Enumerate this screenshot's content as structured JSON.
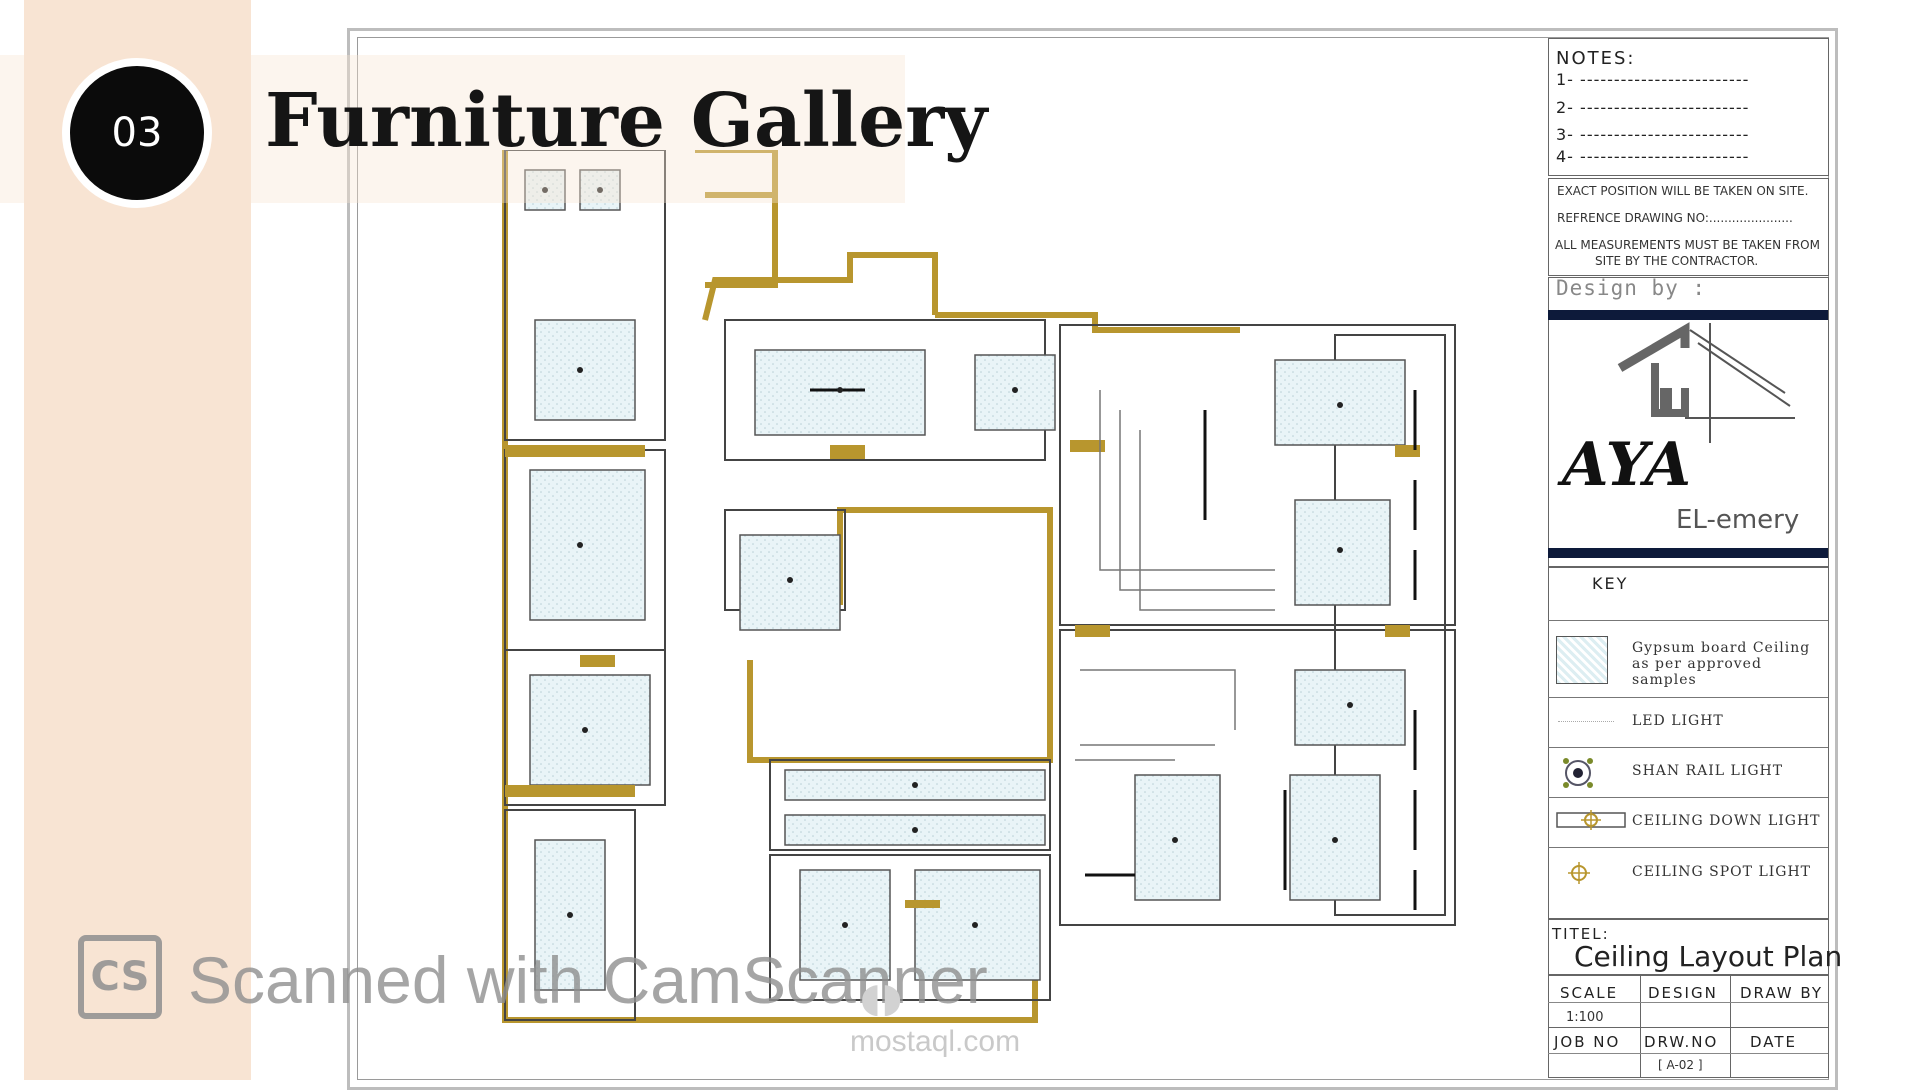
{
  "slide": {
    "number": "03",
    "title": "Furniture Gallery"
  },
  "notes": {
    "title": "NOTES:",
    "lines": [
      "1- -------------------------",
      "2- -------------------------",
      "3- -------------------------",
      "4- -------------------------"
    ]
  },
  "remarks": {
    "position": "EXACT POSITION WILL BE TAKEN ON SITE.",
    "reference": "REFRENCE DRAWING NO:......................",
    "measure_1": "ALL MEASUREMENTS MUST BE TAKEN FROM",
    "measure_2": "SITE BY THE CONTRACTOR."
  },
  "design_by": "Design by :",
  "logo": {
    "name": "AYA",
    "surname": "EL-emery"
  },
  "key": {
    "title": "KEY",
    "items": [
      {
        "label_1": "Gypsum board Ceiling",
        "label_2": "as per approved",
        "label_3": "samples",
        "icon": "hatch-swatch-icon"
      },
      {
        "label_1": "LED LIGHT",
        "icon": "led-line-icon"
      },
      {
        "label_1": "SHAN RAIL LIGHT",
        "icon": "rail-light-icon"
      },
      {
        "label_1": "CEILING DOWN LIGHT",
        "icon": "down-light-icon"
      },
      {
        "label_1": "CEILING SPOT LIGHT",
        "icon": "spot-light-icon"
      }
    ]
  },
  "title_block": {
    "titel_label": "TITEL:",
    "drawing_title": "Ceiling Layout Plan",
    "scale_label": "SCALE",
    "design_label": "DESIGN",
    "draw_by_label": "DRAW BY",
    "scale_value": "1:100",
    "job_no_label": "JOB NO",
    "drw_no_label": "DRW.NO",
    "date_label": "DATE",
    "drw_no_value": "[ A-02 ]"
  },
  "watermarks": {
    "scanner_badge": "CS",
    "scanner_text": "Scanned with CamScanner",
    "site": "mostaql.com"
  },
  "colors": {
    "peach": "#f8e4d3",
    "wall": "#b8962e",
    "navy": "#0d1a3a",
    "ceiling": "#e6f3f6"
  }
}
